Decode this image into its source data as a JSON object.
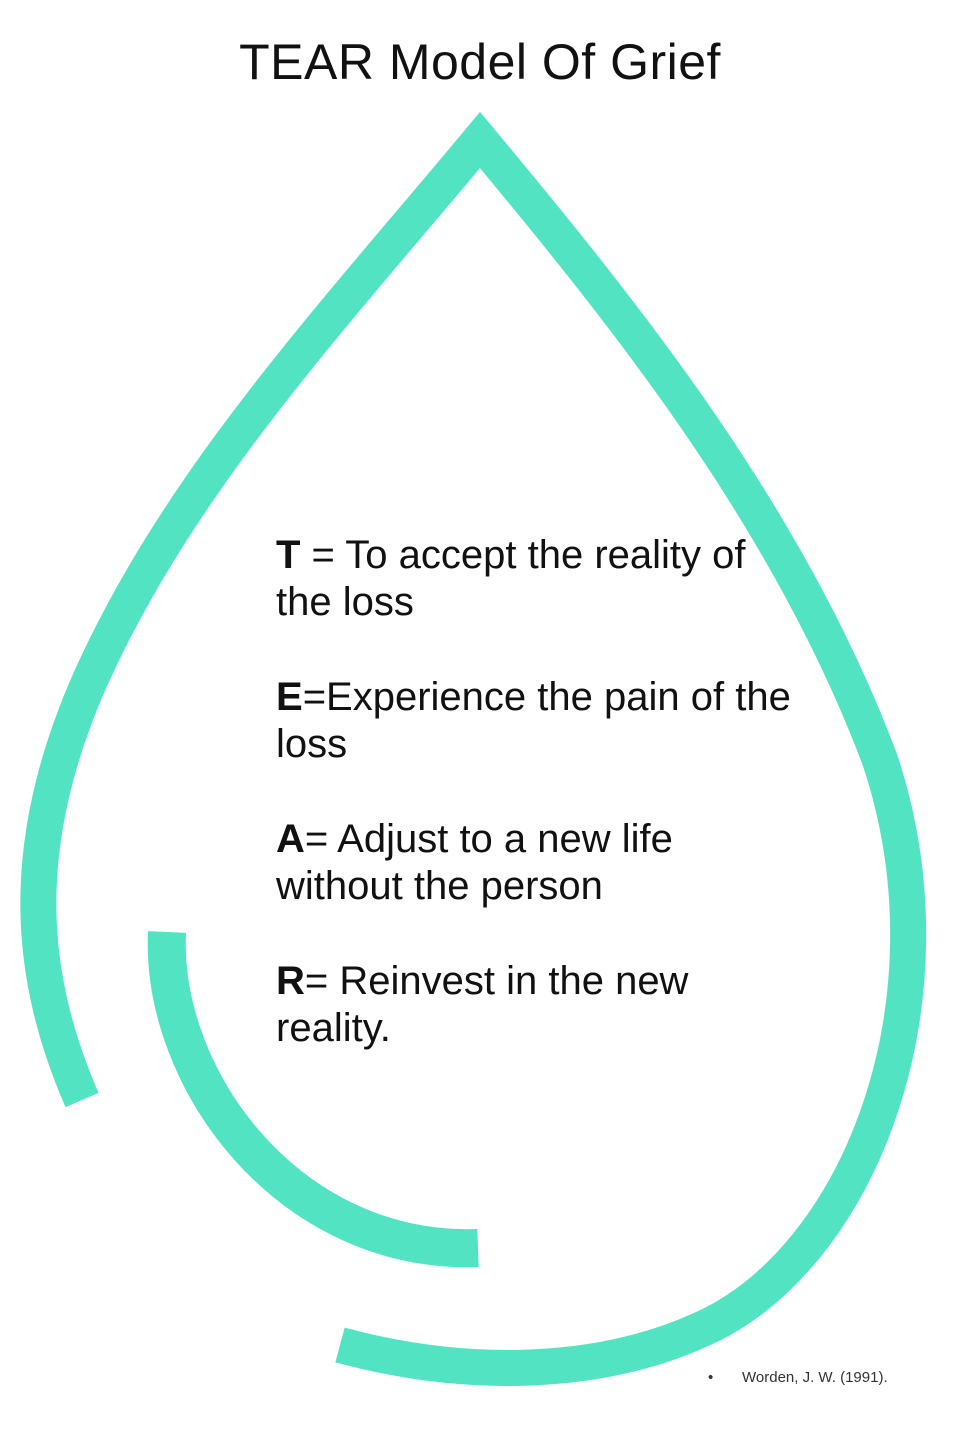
{
  "title": "TEAR Model Of Grief",
  "colors": {
    "accent": "#52E3C2",
    "text": "#111111"
  },
  "stages": [
    {
      "letter": "T",
      "text": " = To accept the reality of the loss"
    },
    {
      "letter": "E",
      "text": "=Experience the pain of the loss"
    },
    {
      "letter": "A",
      "text": "= Adjust to a new life without the person"
    },
    {
      "letter": "R",
      "text": "= Reinvest in the new reality."
    }
  ],
  "citation": {
    "bullet": "•",
    "text": "Worden, J. W. (1991)."
  }
}
